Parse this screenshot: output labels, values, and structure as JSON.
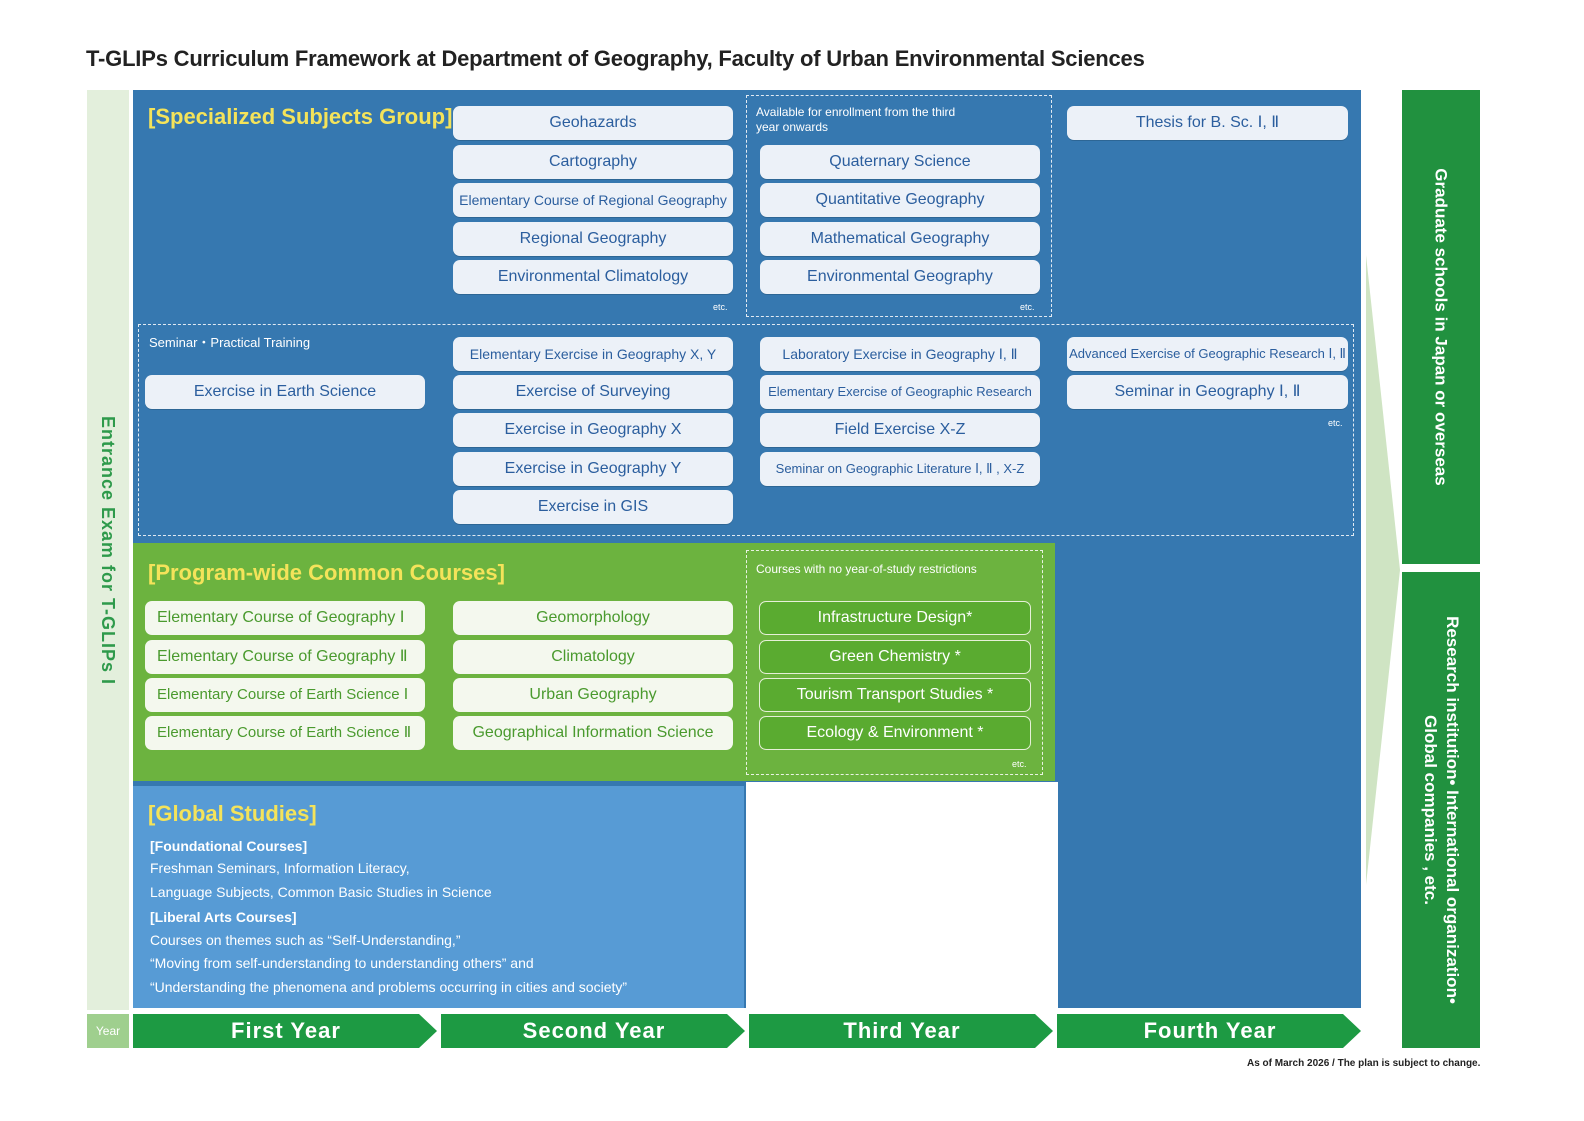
{
  "title": "T-GLIPs Curriculum Framework at Department of Geography, Faculty of Urban Environmental Sciences",
  "left_label": "Entrance Exam for T-GLIPs I",
  "specialized": {
    "title": "[Specialized Subjects Group]",
    "col2": [
      "Geohazards",
      "Cartography",
      "Elementary Course of Regional Geography",
      "Regional Geography",
      "Environmental Climatology"
    ],
    "col2_etc": "etc.",
    "col3_note": "Available for enrollment from the third year onwards",
    "col3": [
      "Quaternary Science",
      "Quantitative Geography",
      "Mathematical Geography",
      "Environmental Geography"
    ],
    "col3_etc": "etc.",
    "col4": [
      "Thesis for B. Sc. Ⅰ, Ⅱ"
    ]
  },
  "seminar": {
    "label": "Seminar・Practical Training",
    "col1": [
      "Exercise in Earth Science"
    ],
    "col2": [
      "Elementary Exercise in Geography X, Y",
      "Exercise of Surveying",
      "Exercise in Geography X",
      "Exercise in Geography Y",
      "Exercise in GIS"
    ],
    "col3": [
      "Laboratory Exercise in Geography Ⅰ, Ⅱ",
      "Elementary Exercise of Geographic Research",
      "Field Exercise X-Z",
      "Seminar on Geographic Literature Ⅰ, Ⅱ , X-Z"
    ],
    "col4": [
      "Advanced Exercise of Geographic Research Ⅰ, Ⅱ",
      "Seminar in Geography Ⅰ, Ⅱ"
    ],
    "col4_etc": "etc."
  },
  "common": {
    "title": "[Program-wide Common Courses]",
    "col1": [
      "Elementary Course of Geography Ⅰ",
      "Elementary Course of Geography Ⅱ",
      "Elementary Course of Earth Science Ⅰ",
      "Elementary Course of Earth Science Ⅱ"
    ],
    "col2": [
      "Geomorphology",
      "Climatology",
      "Urban Geography",
      "Geographical Information Science"
    ],
    "col3_note": "Courses with no year-of-study restrictions",
    "col3": [
      "Infrastructure Design*",
      "Green Chemistry *",
      "Tourism Transport Studies *",
      "Ecology & Environment *"
    ],
    "col3_etc": "etc."
  },
  "global": {
    "title": "[Global Studies]",
    "foundational_head": "[Foundational Courses]",
    "foundational_lines": [
      "Freshman Seminars, Information Literacy,",
      "Language Subjects, Common Basic Studies in Science"
    ],
    "liberal_head": "[Liberal Arts Courses]",
    "liberal_lines": [
      "Courses on themes such as “Self-Understanding,”",
      "“Moving from self-understanding to understanding others” and",
      "“Understanding the phenomena and problems occurring in cities and society”"
    ]
  },
  "years": {
    "tag": "Year",
    "labels": [
      "First Year",
      "Second Year",
      "Third Year",
      "Fourth Year"
    ]
  },
  "outcomes": {
    "top": "Graduate schools in Japan or overseas",
    "bottom_line1": "Research institution• International organization•",
    "bottom_line2": "Global companies , etc."
  },
  "footnote": "As of March 2026 / The plan is subject to change.",
  "colors": {
    "specialized_blue": "#3678b0",
    "common_green": "#6cb33f",
    "global_blue": "#579bd5",
    "year_green": "#1d9a43",
    "accent_yellow": "#f4e35a"
  }
}
